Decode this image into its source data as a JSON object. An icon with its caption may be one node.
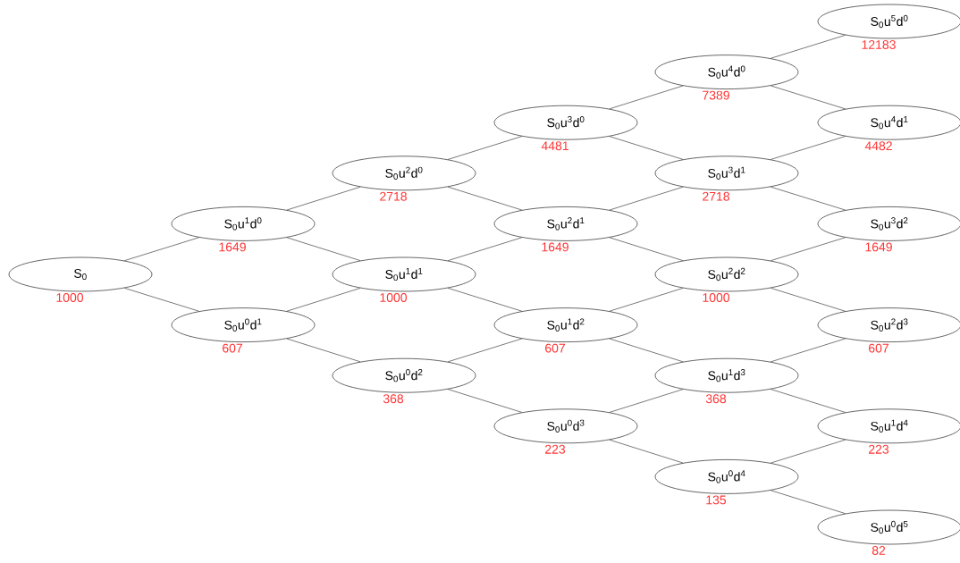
{
  "diagram": {
    "nodes": [
      {
        "text": [
          "S$_{0}$"
        ],
        "beside": [
          "1000"
        ]
      },
      {
        "text": [
          "S$_{0}$u$^{1}$d$^{0}$"
        ],
        "beside": [
          "1649"
        ]
      },
      {
        "text": [
          "S$_{0}$u$^{0}$d$^{1}$"
        ],
        "beside": [
          "607"
        ]
      },
      {
        "text": [
          "S$_{0}$u$^{2}$d$^{0}$"
        ],
        "beside": [
          "2718"
        ]
      },
      {
        "text": [
          "S$_{0}$u$^{1}$d$^{1}$"
        ],
        "beside": [
          "1000"
        ]
      },
      {
        "text": [
          "S$_{0}$u$^{0}$d$^{2}$"
        ],
        "beside": [
          "368"
        ]
      },
      {
        "text": [
          "S$_{0}$u$^{3}$d$^{0}$"
        ],
        "beside": [
          "4481"
        ]
      },
      {
        "text": [
          "S$_{0}$u$^{2}$d$^{1}$"
        ],
        "beside": [
          "1649"
        ]
      },
      {
        "text": [
          "S$_{0}$u$^{1}$d$^{2}$"
        ],
        "beside": [
          "607"
        ]
      },
      {
        "text": [
          "S$_{0}$u$^{0}$d$^{3}$"
        ],
        "beside": [
          "223"
        ]
      },
      {
        "text": [
          "S$_{0}$u$^{4}$d$^{0}$"
        ],
        "beside": [
          "7389"
        ]
      },
      {
        "text": [
          "S$_{0}$u$^{3}$d$^{1}$"
        ],
        "beside": [
          "2718"
        ]
      },
      {
        "text": [
          "S$_{0}$u$^{2}$d$^{2}$"
        ],
        "beside": [
          "1000"
        ]
      },
      {
        "text": [
          "S$_{0}$u$^{1}$d$^{3}$"
        ],
        "beside": [
          "368"
        ]
      },
      {
        "text": [
          "S$_{0}$u$^{0}$d$^{4}$"
        ],
        "beside": [
          "135"
        ]
      },
      {
        "text": [
          "S$_{0}$u$^{5}$d$^{0}$"
        ],
        "beside": [
          "12183"
        ]
      },
      {
        "text": [
          "S$_{0}$u$^{4}$d$^{1}$"
        ],
        "beside": [
          "4482"
        ]
      },
      {
        "text": [
          "S$_{0}$u$^{3}$d$^{2}$"
        ],
        "beside": [
          "1649"
        ]
      },
      {
        "text": [
          "S$_{0}$u$^{2}$d$^{3}$"
        ],
        "beside": [
          "607"
        ]
      },
      {
        "text": [
          "S$_{0}$u$^{1}$d$^{4}$"
        ],
        "beside": [
          "223"
        ]
      },
      {
        "text": [
          "S$_{0}$u$^{0}$d$^{5}$"
        ],
        "beside": [
          "82"
        ]
      }
    ],
    "edges": [
      {
        "from": 0,
        "to": 1,
        "arrow": "none"
      },
      {
        "from": 0,
        "to": 2,
        "arrow": "none"
      },
      {
        "from": 1,
        "to": 3,
        "arrow": "none"
      },
      {
        "from": 1,
        "to": 4,
        "arrow": "none"
      },
      {
        "from": 2,
        "to": 4,
        "arrow": "none"
      },
      {
        "from": 2,
        "to": 5,
        "arrow": "none"
      },
      {
        "from": 3,
        "to": 6,
        "arrow": "none"
      },
      {
        "from": 3,
        "to": 7,
        "arrow": "none"
      },
      {
        "from": 4,
        "to": 7,
        "arrow": "none"
      },
      {
        "from": 4,
        "to": 8,
        "arrow": "none"
      },
      {
        "from": 5,
        "to": 8,
        "arrow": "none"
      },
      {
        "from": 5,
        "to": 9,
        "arrow": "none"
      },
      {
        "from": 6,
        "to": 10,
        "arrow": "none"
      },
      {
        "from": 6,
        "to": 11,
        "arrow": "none"
      },
      {
        "from": 7,
        "to": 11,
        "arrow": "none"
      },
      {
        "from": 7,
        "to": 12,
        "arrow": "none"
      },
      {
        "from": 8,
        "to": 12,
        "arrow": "none"
      },
      {
        "from": 8,
        "to": 13,
        "arrow": "none"
      },
      {
        "from": 9,
        "to": 13,
        "arrow": "none"
      },
      {
        "from": 9,
        "to": 14,
        "arrow": "none"
      },
      {
        "from": 10,
        "to": 15,
        "arrow": "none"
      },
      {
        "from": 10,
        "to": 16,
        "arrow": "none"
      },
      {
        "from": 11,
        "to": 16,
        "arrow": "none"
      },
      {
        "from": 11,
        "to": 17,
        "arrow": "none"
      },
      {
        "from": 12,
        "to": 17,
        "arrow": "none"
      },
      {
        "from": 12,
        "to": 18,
        "arrow": "none"
      },
      {
        "from": 13,
        "to": 18,
        "arrow": "none"
      },
      {
        "from": 13,
        "to": 19,
        "arrow": "none"
      },
      {
        "from": 14,
        "to": 19,
        "arrow": "none"
      },
      {
        "from": 14,
        "to": 20,
        "arrow": "none"
      }
    ]
  }
}
